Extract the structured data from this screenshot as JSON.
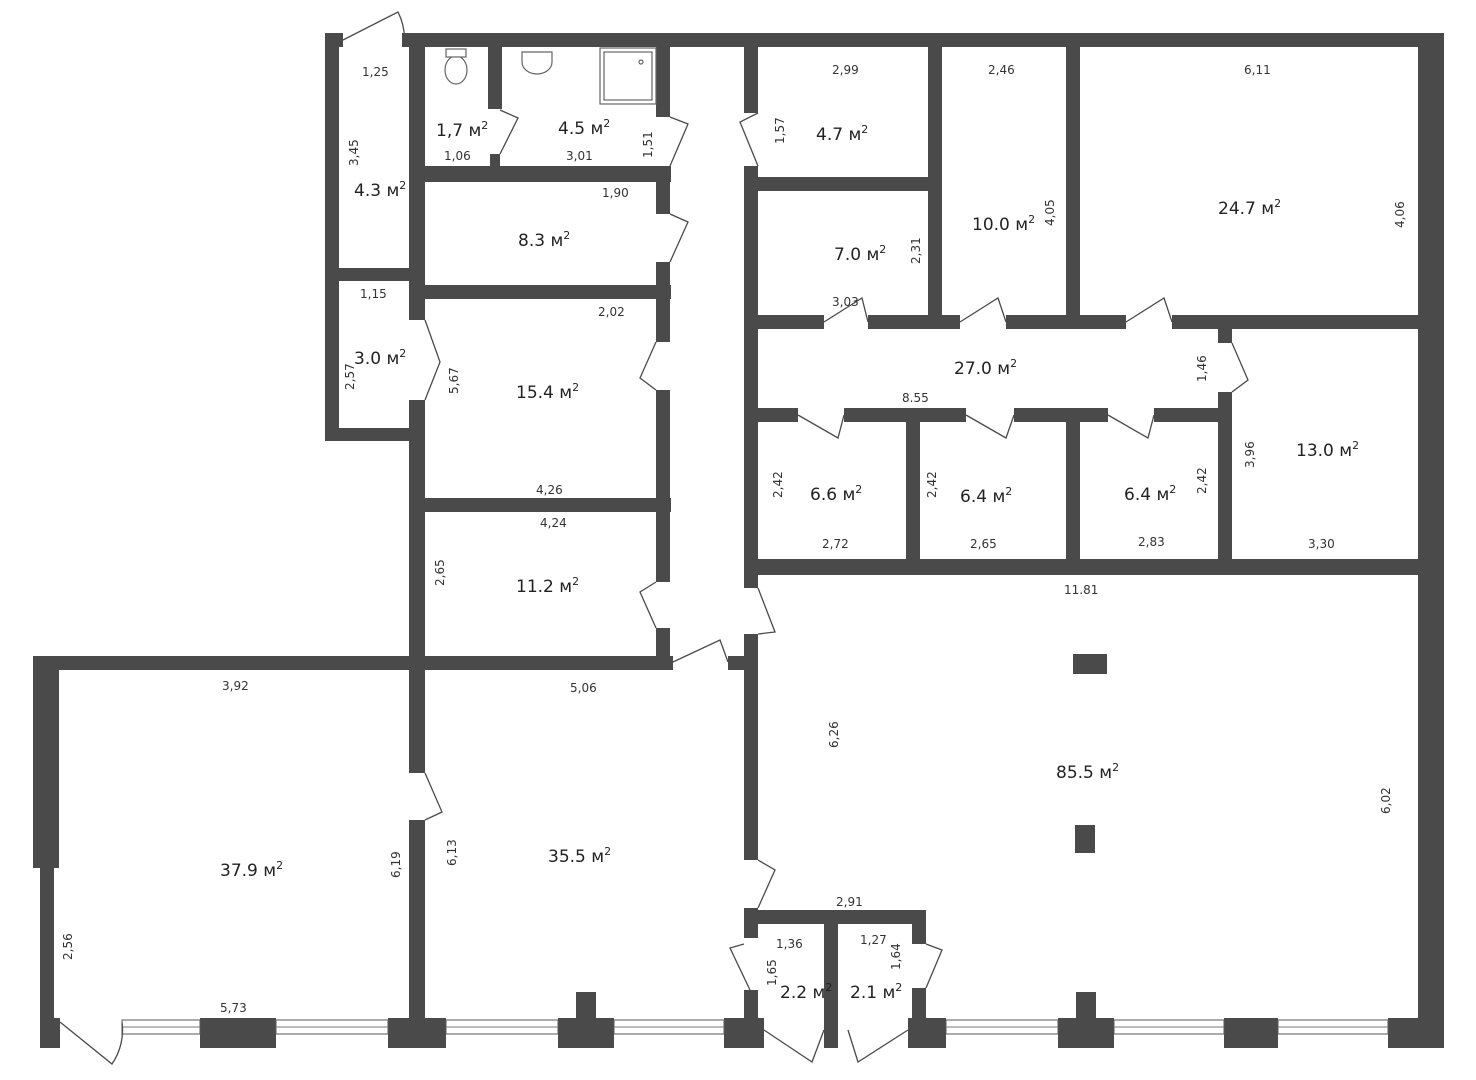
{
  "plan": {
    "area_unit": "м",
    "area_power": "2",
    "rooms": [
      {
        "id": "r-wc",
        "area": "1,7"
      },
      {
        "id": "r-bath",
        "area": "4.5"
      },
      {
        "id": "r-closet-top",
        "area": "4.3"
      },
      {
        "id": "r-storage",
        "area": "8.3"
      },
      {
        "id": "r-small-left",
        "area": "3.0"
      },
      {
        "id": "r-office-a",
        "area": "15.4"
      },
      {
        "id": "r-office-b",
        "area": "11.2"
      },
      {
        "id": "r-corner-left",
        "area": "37.9"
      },
      {
        "id": "r-center-left",
        "area": "35.5"
      },
      {
        "id": "r-top-small",
        "area": "4.7"
      },
      {
        "id": "r-top-mid",
        "area": "7.0"
      },
      {
        "id": "r-top-10",
        "area": "10.0"
      },
      {
        "id": "r-top-big",
        "area": "24.7"
      },
      {
        "id": "r-hall",
        "area": "27.0"
      },
      {
        "id": "r-right-13",
        "area": "13.0"
      },
      {
        "id": "r-cab-1",
        "area": "6.6"
      },
      {
        "id": "r-cab-2",
        "area": "6.4"
      },
      {
        "id": "r-cab-3",
        "area": "6.4"
      },
      {
        "id": "r-main",
        "area": "85.5"
      },
      {
        "id": "r-vest-1",
        "area": "2.2"
      },
      {
        "id": "r-vest-2",
        "area": "2.1"
      }
    ],
    "dimensions": [
      "1,25",
      "3,45",
      "1,06",
      "3,01",
      "1,51",
      "1,90",
      "1,15",
      "2,57",
      "2,02",
      "5,67",
      "4,26",
      "4,24",
      "2,65",
      "3,92",
      "5,06",
      "6,19",
      "6,13",
      "2,56",
      "5,73",
      "2,99",
      "1,57",
      "2,46",
      "6,11",
      "4,05",
      "4,06",
      "2,31",
      "3,03",
      "1,46",
      "8.55",
      "2,42",
      "2,72",
      "2,42",
      "2,65",
      "2,42",
      "2,83",
      "3,96",
      "3,30",
      "11.81",
      "6,26",
      "6,02",
      "2,91",
      "1,36",
      "1,65",
      "1,27",
      "1,64"
    ]
  }
}
